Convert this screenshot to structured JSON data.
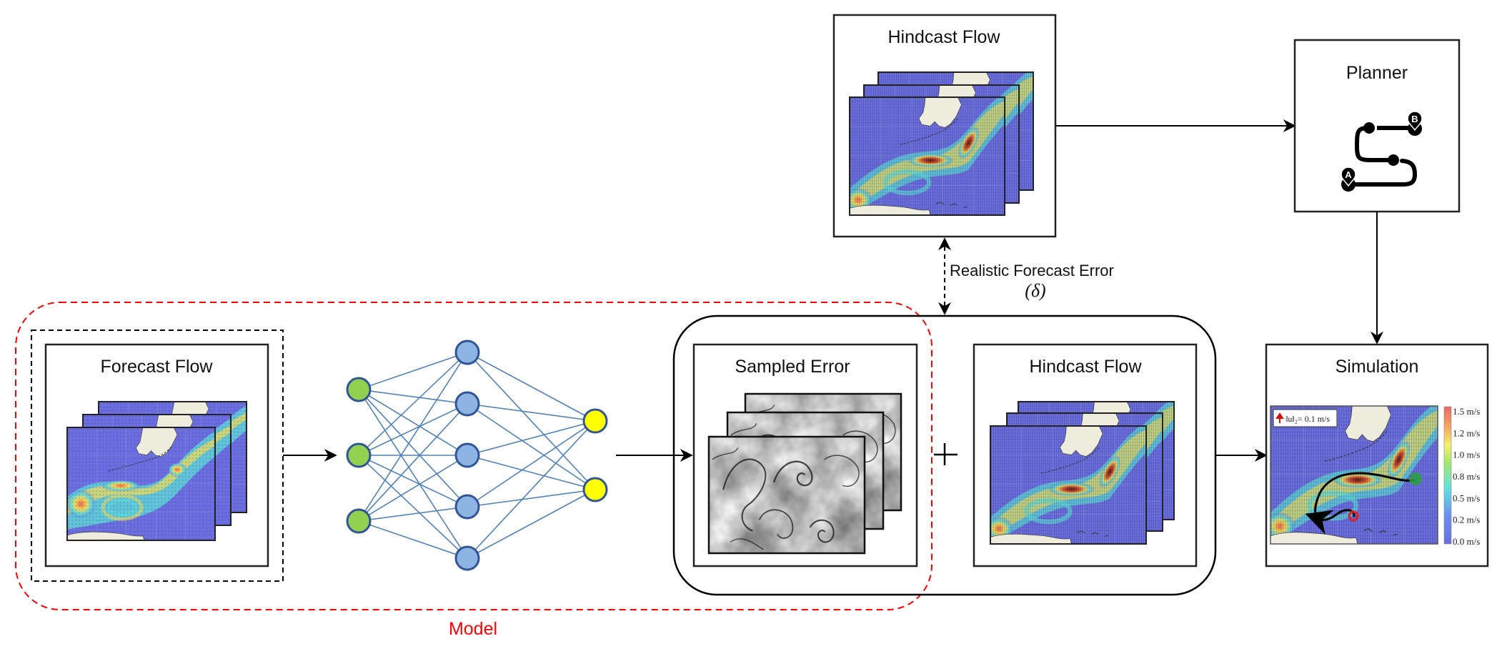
{
  "boxes": {
    "forecast_flow": {
      "title": "Forecast Flow"
    },
    "hindcast_top": {
      "title": "Hindcast Flow"
    },
    "planner": {
      "title": "Planner"
    },
    "sampled_error": {
      "title": "Sampled Error"
    },
    "hindcast_bottom": {
      "title": "Hindcast Flow"
    },
    "simulation": {
      "title": "Simulation"
    }
  },
  "annotations": {
    "forecast_error": "Realistic Forecast Error",
    "forecast_error_symbol": "(δ)",
    "model": "Model",
    "plus": "+"
  },
  "planner_icon": {
    "start_marker": "A",
    "end_marker": "B"
  },
  "simulation_plot": {
    "legend": "‖u‖₂= 0.1 m/s",
    "colorbar_ticks": [
      "1.5 m/s",
      "1.2 m/s",
      "1.0 m/s",
      "0.8 m/s",
      "0.5 m/s",
      "0.2 m/s",
      "0.0 m/s"
    ]
  },
  "neural_network": {
    "layers": [
      {
        "name": "input",
        "nodes": 3,
        "color": "#92d050"
      },
      {
        "name": "hidden",
        "nodes": 5,
        "color": "#8eb4e3"
      },
      {
        "name": "output",
        "nodes": 2,
        "color": "#ffff00"
      }
    ],
    "edge_color": "#4f81bd",
    "node_stroke": "#2f5597"
  },
  "colors": {
    "model_boundary": "#ff0000",
    "ocean": "#6a6ee0",
    "land": "#eeecdc"
  }
}
